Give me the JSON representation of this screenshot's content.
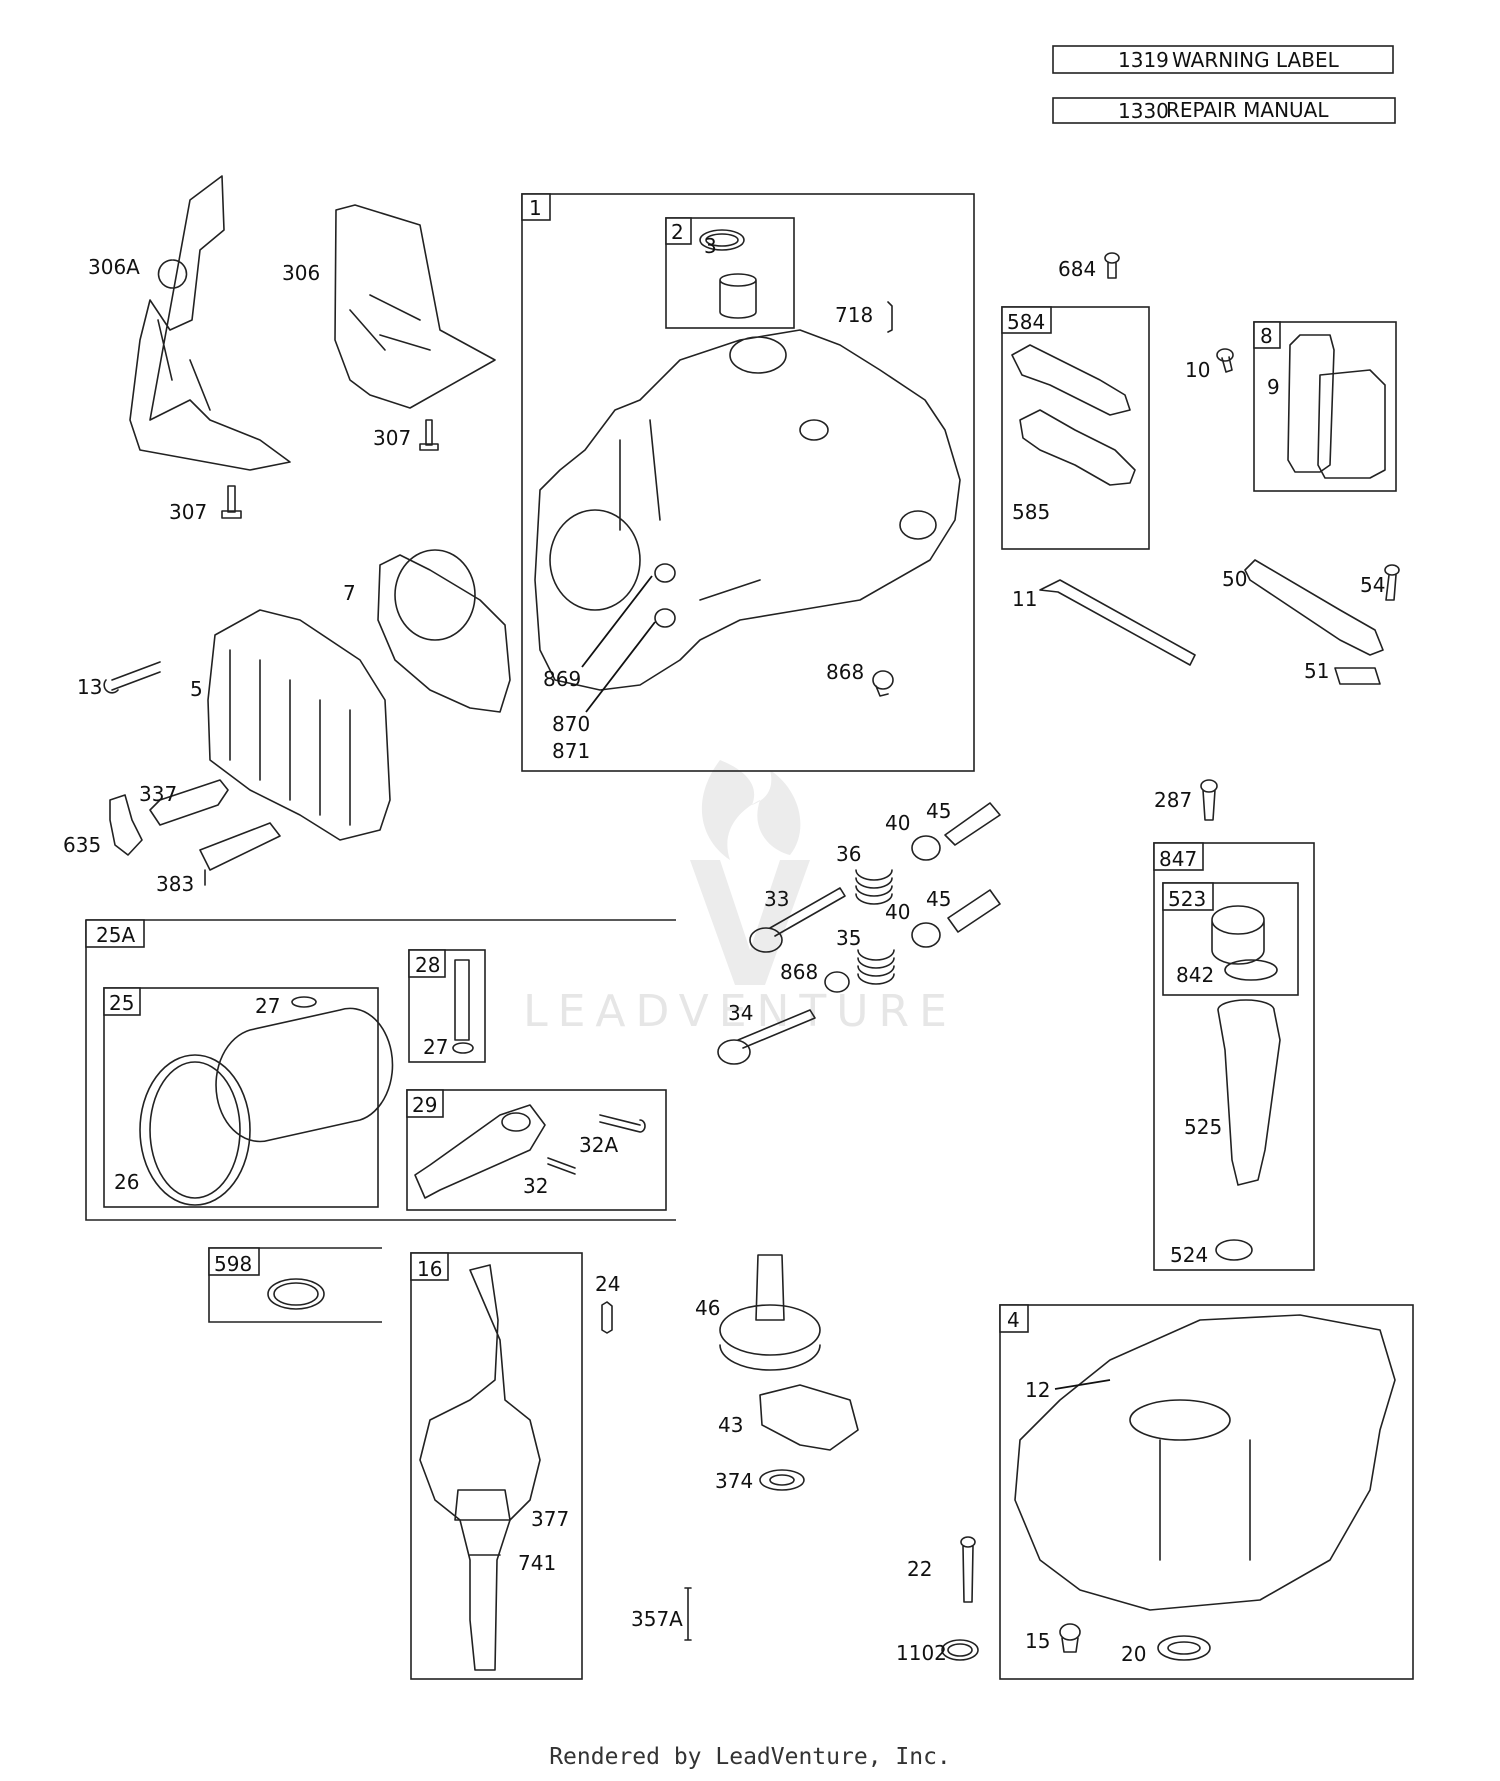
{
  "header_boxes": [
    {
      "number": "1319",
      "text": "WARNING LABEL"
    },
    {
      "number": "1330",
      "text": "REPAIR MANUAL"
    }
  ],
  "group_tags": {
    "g1": "1",
    "g2": "2",
    "g584": "584",
    "g8": "8",
    "g25A": "25A",
    "g25": "25",
    "g28": "28",
    "g29": "29",
    "g847": "847",
    "g523": "523",
    "g598": "598",
    "g16": "16",
    "g4": "4"
  },
  "labels": {
    "l306A": "306A",
    "l306": "306",
    "l307a": "307",
    "l307b": "307",
    "l3": "3",
    "l718": "718",
    "l684": "684",
    "l10": "10",
    "l9": "9",
    "l585": "585",
    "l7": "7",
    "l13": "13",
    "l5": "5",
    "l869": "869",
    "l870": "870",
    "l871": "871",
    "l868a": "868",
    "l11": "11",
    "l50": "50",
    "l54": "54",
    "l51": "51",
    "l337": "337",
    "l635": "635",
    "l383": "383",
    "l287": "287",
    "l40a": "40",
    "l45a": "45",
    "l36": "36",
    "l33": "33",
    "l40b": "40",
    "l45b": "45",
    "l35": "35",
    "l868b": "868",
    "l34": "34",
    "l27a": "27",
    "l27b": "27",
    "l26": "26",
    "l32A": "32A",
    "l32": "32",
    "l842": "842",
    "l525": "525",
    "l524": "524",
    "l24": "24",
    "l46": "46",
    "l43": "43",
    "l374": "374",
    "l377": "377",
    "l741": "741",
    "l357A": "357A",
    "l12": "12",
    "l22": "22",
    "l1102": "1102",
    "l15": "15",
    "l20": "20"
  },
  "watermark": "LEADVENTURE",
  "footer": "Rendered by LeadVenture, Inc."
}
